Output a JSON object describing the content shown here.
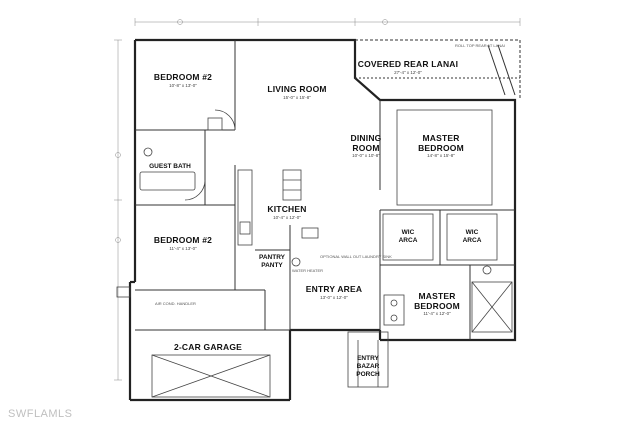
{
  "rooms": {
    "bedroom_nw": {
      "name": "BEDROOM #2",
      "dim": "10'-8\" x 13'-0\""
    },
    "living": {
      "name": "LIVING ROOM",
      "dim": "15'-0\" x 15'-8\""
    },
    "lanai": {
      "name": "COVERED REAR LANAI",
      "dim": "27'-4\" x 12'-0\""
    },
    "dining": {
      "name": "DINING\nROOM",
      "line1": "DINING",
      "line2": "ROOM",
      "dim": "10'-0\" x 10'-8\""
    },
    "master_bed": {
      "name": "MASTER\nBEDROOM",
      "line1": "MASTER",
      "line2": "BEDROOM",
      "dim": "14'-8\" x 15'-8\""
    },
    "guest_bath": {
      "name": "GUEST BATH"
    },
    "kitchen": {
      "name": "KITCHEN",
      "dim": "10'-4\" x 12'-0\""
    },
    "bedroom_sw": {
      "name": "BEDROOM #2",
      "dim": "11'-4\" x 13'-0\""
    },
    "pantry": {
      "line1": "PANTRY",
      "line2": "PANTY"
    },
    "wic_left": {
      "line1": "WIC",
      "line2": "ARCA"
    },
    "wic_right": {
      "line1": "WIC",
      "line2": "ARCA"
    },
    "entry": {
      "name": "ENTRY AREA",
      "dim": "13'-0\" x 12'-0\""
    },
    "master_bath": {
      "line1": "MASTER",
      "line2": "BEDROOM",
      "dim": "11'-4\" x 12'-0\""
    },
    "garage": {
      "name": "2-CAR GARAGE"
    },
    "porch": {
      "line1": "ENTRY",
      "line2": "BAZAR",
      "line3": "PORCH"
    }
  },
  "notes": {
    "laundry": "OPTIONAL WALL OUT LAUNDRY SINK",
    "lanai_note": "ROLL TOP REAR AT LANAI",
    "water_heater": "WATER HEATER",
    "garage_note": "AIR COND. HANDLER"
  },
  "watermark": "SWFLAMLS"
}
